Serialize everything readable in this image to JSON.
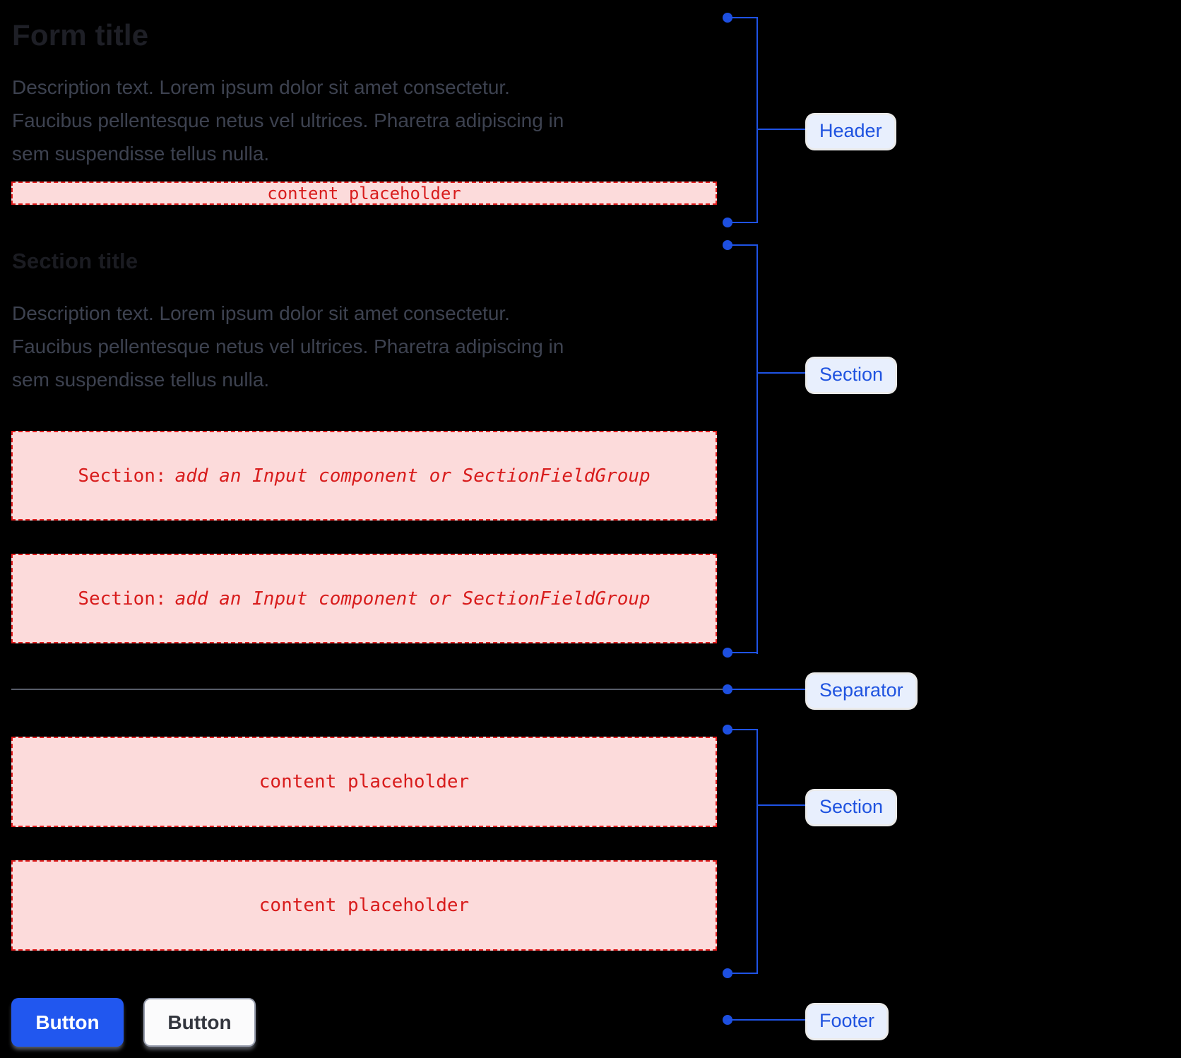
{
  "header": {
    "title": "Form title",
    "description_lines": [
      "Description text. Lorem ipsum dolor sit amet consectetur.",
      "Faucibus pellentesque netus vel ultrices. Pharetra adipiscing in",
      "sem suspendisse tellus nulla."
    ],
    "content_placeholder": "content placeholder"
  },
  "section": {
    "title": "Section title",
    "description_lines": [
      "Description text. Lorem ipsum dolor sit amet consectetur.",
      "Faucibus pellentesque netus vel ultrices. Pharetra adipiscing in",
      "sem suspendisse tellus nulla."
    ],
    "field_groups": [
      {
        "prefix": "Section:",
        "label": "add an Input component or SectionFieldGroup"
      },
      {
        "prefix": "Section:",
        "label": "add an Input component or SectionFieldGroup"
      }
    ]
  },
  "content_section": {
    "placeholders": [
      "content placeholder",
      "content placeholder"
    ]
  },
  "footer": {
    "buttons": [
      {
        "label": "Button",
        "variant": "primary"
      },
      {
        "label": "Button",
        "variant": "secondary"
      }
    ]
  },
  "annotations": {
    "header_label": "Header",
    "section_label": "Section",
    "separator_label": "Separator",
    "section2_label": "Section",
    "footer_label": "Footer"
  },
  "colors": {
    "background": "#000000",
    "annotation_blue": "#1f53e5",
    "annotation_chip_bg": "#e8effd",
    "placeholder_red": "#d81c1c",
    "placeholder_pink_bg": "#fcdbdb",
    "placeholder_border": "#e01d1d",
    "primary_button_bg": "#2157ef",
    "separator_gray": "#575c69",
    "title_text": "#1e1f26",
    "description_text": "#3d4250"
  }
}
